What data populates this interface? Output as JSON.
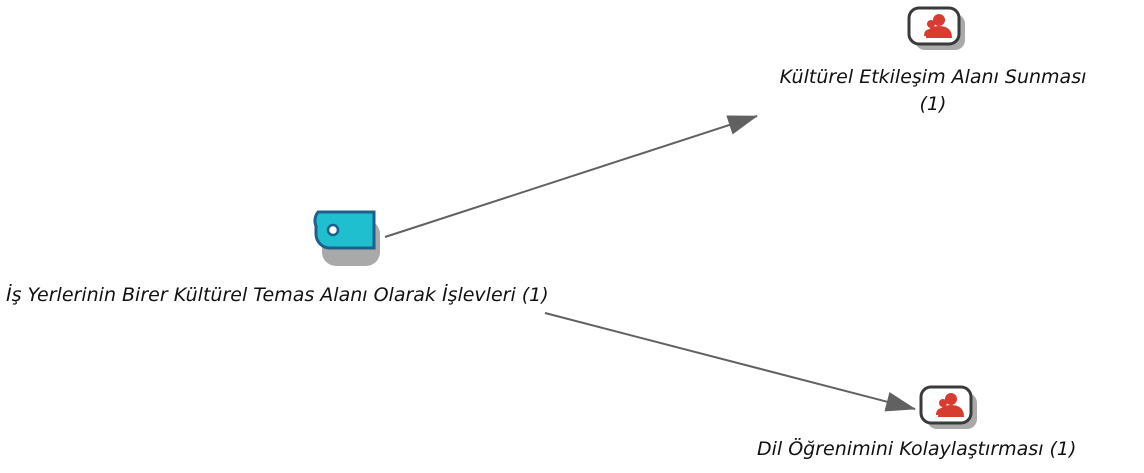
{
  "nodes": {
    "main": {
      "label": "İş Yerlerinin Birer Kültürel Temas Alanı Olarak İşlevleri (1)",
      "icon": "code-tag-icon",
      "color": "#1fbfcf"
    },
    "top": {
      "label_line1": "Kültürel Etkileşim Alanı Sunması",
      "label_line2": "(1)",
      "icon": "user-memo-icon",
      "color": "#d63c2f"
    },
    "bottom": {
      "label": "Dil Öğrenimini Kolaylaştırması (1)",
      "icon": "user-memo-icon",
      "color": "#d63c2f"
    }
  },
  "edges": [
    {
      "from": "main",
      "to": "top"
    },
    {
      "from": "main",
      "to": "bottom"
    }
  ],
  "colors": {
    "edge": "#616161",
    "icon_shadow": "#a9a9a9",
    "icon_border": "#3a3a3a"
  }
}
